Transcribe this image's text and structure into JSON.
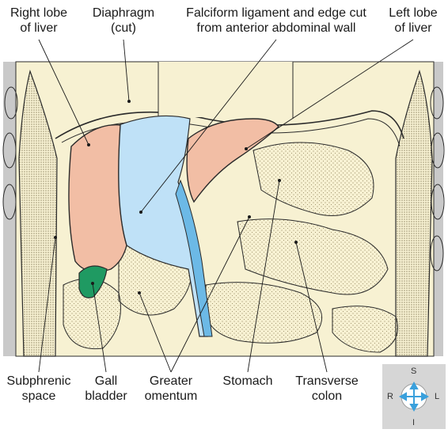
{
  "labels": {
    "right_lobe": [
      "Right lobe",
      "of liver"
    ],
    "diaphragm": [
      "Diaphragm",
      "(cut)"
    ],
    "falciform": [
      "Falciform ligament and edge cut",
      "from anterior abdominal wall"
    ],
    "left_lobe": [
      "Left lobe",
      "of liver"
    ],
    "subphrenic": [
      "Subphrenic",
      "space"
    ],
    "gall_bladder": [
      "Gall",
      "bladder"
    ],
    "greater_omentum": [
      "Greater",
      "omentum"
    ],
    "stomach": [
      "Stomach"
    ],
    "transverse_colon": [
      "Transverse",
      "colon"
    ]
  },
  "compass": {
    "top": "S",
    "bottom": "I",
    "left": "R",
    "right": "L"
  },
  "colors": {
    "liver": "#f2bea5",
    "falciform": "#bfe1f7",
    "falciform_edge": "#6cb9e6",
    "gall_bladder": "#1f9a62",
    "tissue": "#f7f1d2",
    "cavity": "#c9c9c9",
    "compass_arrow": "#3aa0dc"
  }
}
